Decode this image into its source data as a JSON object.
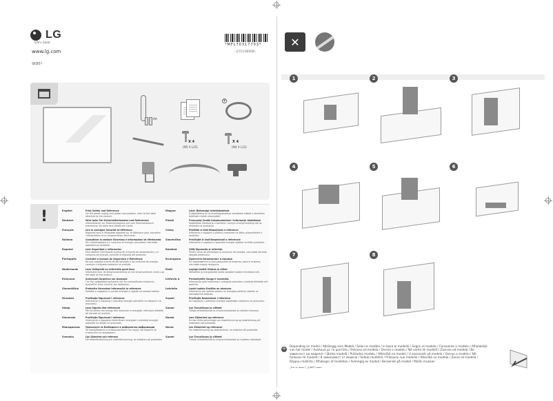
{
  "brand": {
    "name": "LG",
    "tagline": "Life's Good",
    "website": "www.lg.com",
    "model": "SK85*"
  },
  "barcode": {
    "number": "*MFL70317703*",
    "sub": "(1711-REV00)"
  },
  "accessories": {
    "screws_a": {
      "qty": "X 4",
      "size": "(M5 X L25)"
    },
    "screws_b": {
      "qty": "X 4",
      "size": "(M4 X L12)"
    },
    "battery_label": "AA"
  },
  "languages_left": [
    {
      "lang": "English",
      "title": "Print Safety and Reference",
      "text": "For the power supply and power consumption, refer to the label attached to the product."
    },
    {
      "lang": "Deutsch",
      "title": "Wird beim Sie Sicherheitshinweise und Referenzen",
      "text": "Informationen zur Stromversorgung und zum Stromverbrauch entnehmen Sie bitte dem Etikett am Gerät."
    },
    {
      "lang": "Français",
      "title": "Lire la consigne Sécurité et référence",
      "text": "Reportez-vous à l'étiquette apposée sur le téléviseur pour connaître l'alimentation et la consommation électrique."
    },
    {
      "lang": "Italiano",
      "title": "Consultare la sezione Sicurezza e informazioni di riferimento",
      "text": "Per l'alimentazione e il consumo di energia, consultare l'etichetta applicata sul prodotto."
    },
    {
      "lang": "Español",
      "title": "Leer Seguridad y referencias",
      "text": "Para obtener información acerca de la fuente de alimentación y el consumo de energía, consulte la etiqueta del producto."
    },
    {
      "lang": "Português",
      "title": "Consulte o manual de Segurança e Referência",
      "text": "No que respeita à fonte de alimentação e ao consumo de energia, consulte a etiqueta existente no produto."
    },
    {
      "lang": "Nederlands",
      "title": "Lees Veiligheid en referentie goed door",
      "text": "Informatie over de stroomvoorziening en het stroomverbruik vindt u op het label op het product."
    },
    {
      "lang": "Ελληνικά",
      "title": "Ανάγνωση Ασφάλεια και Αναφορά",
      "text": "Για την τροφοδοσία ρεύματος και την κατανάλωση ενέργειας, ανατρέξτε στην ετικέτα του προϊόντος."
    },
    {
      "lang": "Slovenščina",
      "title": "Preberite Varnostne informacije in reference",
      "text": "Podatke o napajanju in porabi energije si oglejte na nalepki izdelka."
    },
    {
      "lang": "Hrvatski",
      "title": "Pročitajte Sigurnost i reference",
      "text": "Informacije o napajanju i potrošnji energije potražite na naljepnici na proizvodu."
    },
    {
      "lang": "Shqip",
      "title": "Lexo Siguria dhe referencat",
      "text": "Për furnizimin me energji dhe konsumin e energjisë, referojuni etiketës që gjendet në produkt."
    },
    {
      "lang": "Slovenski",
      "title": "Pročitajte Sigurnost i reference",
      "text": "Informacije o napajanju električnom energijom i potrošnji energije potražite na etiketi na proizvodu."
    },
    {
      "lang": "Македонски",
      "title": "Прочитајте ги Безбедност и референтни информации",
      "text": "За напојувањето и потрошувачката на струја, погледнете ја етикетата на производот."
    },
    {
      "lang": "Svenska",
      "title": "Läs Säkerhet och referens",
      "text": "För strömförsörjning och strömförbrukning, se etiketten på produkten."
    }
  ],
  "languages_right": [
    {
      "lang": "Magyar",
      "title": "Lásd: Biztonsági óvintézkedések",
      "text": "A tápellátásra és az áramfogyasztásra vonatkozó adatok a terméken található címkén olvashatók."
    },
    {
      "lang": "Polski",
      "title": "Przeczytaj Środki bezpieczeństwa i Informacje dodatkowe",
      "text": "Dodatkowe informacje o zasilaniu i zużyciu energii znajdują się na etykiecie na produkcie."
    },
    {
      "lang": "Česky",
      "title": "Přečtěte si část Bezpečnost a reference",
      "text": "Informace o napájení a příkonu naleznete na štítku připevněném k produktu."
    },
    {
      "lang": "Slovenčina",
      "title": "Prečítajte si časť Bezpečnosť a referencie",
      "text": "Informácie o napájaní a spotrebe energie nájdete na štítku produktu."
    },
    {
      "lang": "Română",
      "title": "Citiţi Siguranţa şi referinţa",
      "text": "Pentru sursa de alimentare şi consumul de energie, consultaţi eticheta ataşată produsului."
    },
    {
      "lang": "Български",
      "title": "Прочетете Безопасност и справка",
      "text": "За захранването и консумацията на енергия, вижте етикета, поставен върху продукта."
    },
    {
      "lang": "Eesti",
      "title": "Lugege jaotist Ohutus ja viited",
      "text": "Toiteallika ja energiatarbe kohta vaadake tootele kinnitatud silti."
    },
    {
      "lang": "Lietuvių k.",
      "title": "Perskaitykite Sauga ir nuorodos",
      "text": "Informacija apie maitinimą ir energijos sąnaudas nurodyta etiketėje ant gaminio."
    },
    {
      "lang": "Latviešu",
      "title": "Lasiet sadaļu Drošība un atsauces",
      "text": "Informāciju par strāvas padevi un enerģijas patēriņu skatiet uz izstrādājuma etiķetes."
    },
    {
      "lang": "Srpski",
      "title": "Pročitajte Bezbednost i reference",
      "text": "Za napajanje i potrošnju energije pogledajte nalepnicu na proizvodu."
    },
    {
      "lang": "Suomi",
      "title": "Lue Turvallisuus ja viitteet",
      "text": "Tietoja virtalähteestä ja virrankulutuksesta on laitteen tarrassa."
    },
    {
      "lang": "Dansk",
      "title": "Læs Sikkerhed og reference",
      "text": "Du kan finde oplysninger om strømforsyning og strømforbrug på mærkaten på produktet."
    },
    {
      "lang": "Norsk",
      "title": "Les Sikkerhet og referanse",
      "text": "For strømforsyning og strømforbruk, se etiketten på produktet."
    },
    {
      "lang": "Suomi",
      "title": "Lue Turvallisuus ja viitteet",
      "text": "Tietoja virtalähteestä ja virrankulutuksesta on tuotteen etiketissä."
    }
  ],
  "steps": [
    "1",
    "2",
    "3",
    "4",
    "5",
    "6",
    "7",
    "8"
  ],
  "footer": {
    "note": "Depending on model / Abhängig vom Modell / Selon le modèle / In base al modello / Según el modelo / Consoante o modelo / Afhankelijk van het model / Ανάλογα με το μοντέλο / Odvisno od modela / Ovisno o modelu / Në varësi të modelit / Zavisno od modela / Во зависност од моделот / Sbírka modelů / Prikladno modelu / Attiecībā na modeli / U zavisnosti od modela / Ovisno o modelu / Në funksion të modelit / В зависимост от модела / Sõltub mudelist / Priklauso nuo modelio / Atkarībā no modeļa / Zavisi od modela / Riippuu mallista / Afhænger af modellen / Avhengig av modell / Beroende på modell / Mallin mukaan",
    "arabic": "حسب الطراز / بسته به مدل"
  }
}
